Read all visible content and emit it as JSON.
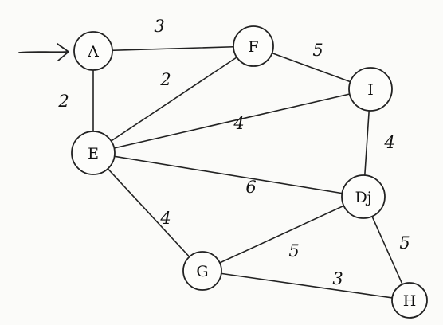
{
  "graph": {
    "nodes": [
      {
        "id": "A",
        "label": "A"
      },
      {
        "id": "F",
        "label": "F"
      },
      {
        "id": "I",
        "label": "I"
      },
      {
        "id": "E",
        "label": "E"
      },
      {
        "id": "D",
        "label": "Dj"
      },
      {
        "id": "G",
        "label": "G"
      },
      {
        "id": "H",
        "label": "H"
      }
    ],
    "edges": [
      {
        "from": "A",
        "to": "F",
        "weight": "3"
      },
      {
        "from": "A",
        "to": "E",
        "weight": "2"
      },
      {
        "from": "F",
        "to": "E",
        "weight": "2"
      },
      {
        "from": "F",
        "to": "I",
        "weight": "5"
      },
      {
        "from": "E",
        "to": "I",
        "weight": "4"
      },
      {
        "from": "I",
        "to": "D",
        "weight": "4"
      },
      {
        "from": "E",
        "to": "D",
        "weight": "6"
      },
      {
        "from": "E",
        "to": "G",
        "weight": "4"
      },
      {
        "from": "D",
        "to": "G",
        "weight": "5"
      },
      {
        "from": "D",
        "to": "H",
        "weight": "5"
      },
      {
        "from": "G",
        "to": "H",
        "weight": "3"
      }
    ],
    "start_node": "A"
  }
}
